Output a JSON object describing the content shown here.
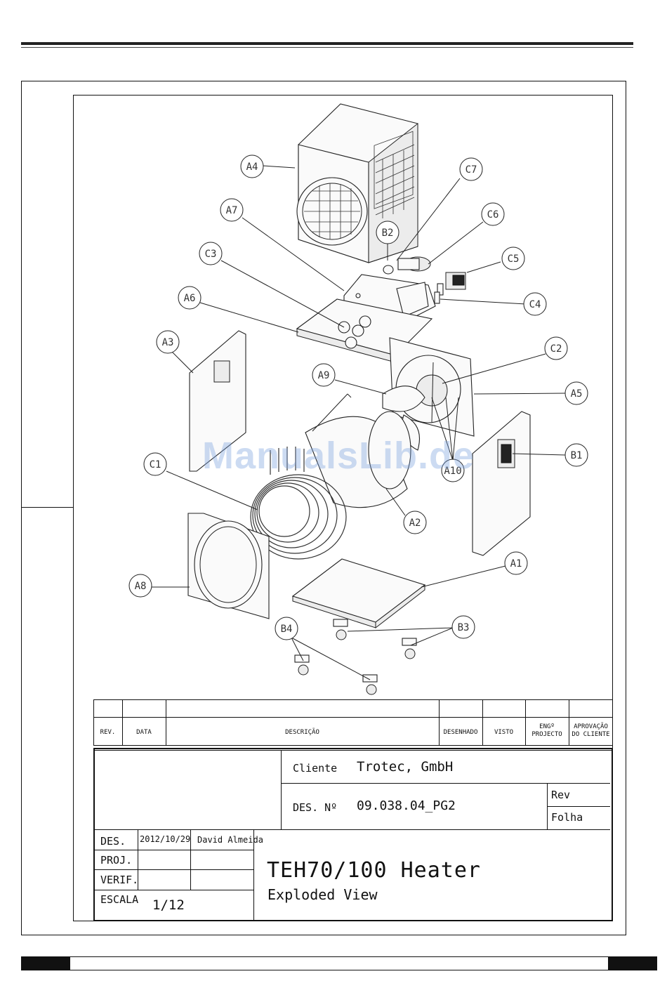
{
  "callouts": [
    "A4",
    "A7",
    "C7",
    "C6",
    "B2",
    "C5",
    "C3",
    "A6",
    "C4",
    "A3",
    "C2",
    "A9",
    "A5",
    "B1",
    "A10",
    "C1",
    "A2",
    "A1",
    "A8",
    "B3",
    "B4"
  ],
  "watermark": "ManualsLib.de",
  "revision_table": {
    "headers": {
      "rev": "REV.",
      "data": "DATA",
      "descricao": "DESCRIÇÃO",
      "desenhado": "DESENHADO",
      "visto": "VISTO",
      "eng_projecto_1": "ENGº",
      "eng_projecto_2": "PROJECTO",
      "aprovacao_1": "APROVAÇÃO",
      "aprovacao_2": "DO CLIENTE"
    }
  },
  "title_block": {
    "cliente_label": "Cliente",
    "cliente_value": "Trotec, GmbH",
    "des_no_label": "DES. Nº",
    "des_no_value": "09.038.04_PG2",
    "rev_label": "Rev",
    "folha_label": "Folha",
    "des_label": "DES.",
    "des_date": "2012/10/29",
    "des_name": "David Almeida",
    "proj_label": "PROJ.",
    "verif_label": "VERIF.",
    "escala_label": "ESCALA",
    "escala_value": "1/12",
    "title": "TEH70/100 Heater",
    "subtitle": "Exploded View"
  }
}
